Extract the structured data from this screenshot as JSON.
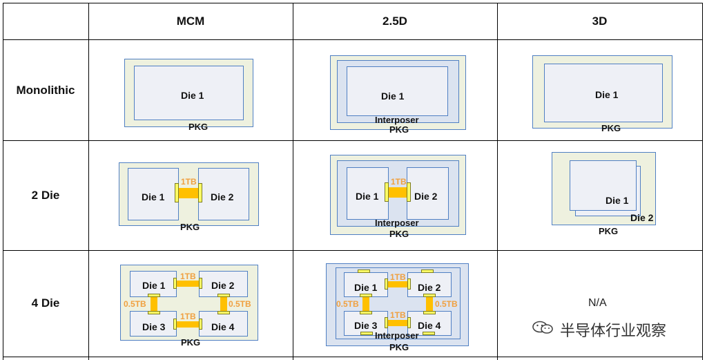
{
  "columns": [
    "MCM",
    "2.5D",
    "3D"
  ],
  "rows": [
    "Monolithic",
    "2 Die",
    "4 Die"
  ],
  "labels": {
    "pkg": "PKG",
    "interposer": "Interposer",
    "die1": "Die 1",
    "die2": "Die 2",
    "die3": "Die 3",
    "die4": "Die 4",
    "bw_1tb": "1TB",
    "bw_half": "0.5TB",
    "na": "N/A"
  },
  "watermark": "半导体行业观察",
  "icons": [
    "wechat-icon"
  ],
  "colors": {
    "pkg_fill": "#eef1df",
    "interposer_fill": "#dbe3f0",
    "die_fill": "#eef0f6",
    "outline": "#4f7fc3",
    "link": "#ffc000",
    "bw_text": "#f0a040"
  }
}
